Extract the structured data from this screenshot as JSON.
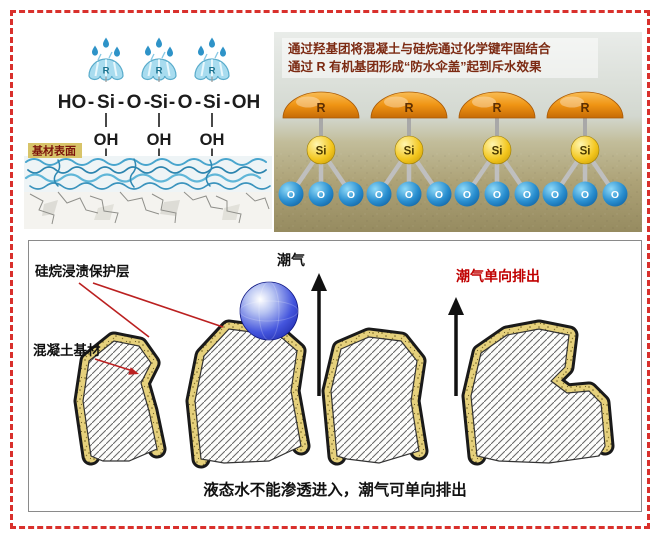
{
  "formula_panel": {
    "r_label": "R",
    "formula_parts": [
      "HO",
      "-",
      "Si",
      "-",
      "O",
      "-",
      "Si",
      "-",
      "O",
      "-",
      "Si",
      "-",
      "OH"
    ],
    "oh_label": "OH",
    "surface_label": "基材表面"
  },
  "molecular_panel": {
    "caption_line1": "通过羟基团将混凝土与硅烷通过化学键牢固结合",
    "caption_line2": "通过 R 有机基团形成“防水伞盖”起到斥水效果",
    "r_label": "R",
    "si_label": "Si",
    "o_label": "O"
  },
  "schematic": {
    "protective_layer_label": "硅烷浸渍保护层",
    "moisture_label": "潮气",
    "moisture_out_label": "潮气单向排出",
    "concrete_label": "混凝土基材",
    "bottom_caption": "液态水不能渗透进入，潮气可单向排出"
  },
  "colors": {
    "border_red": "#d9302c",
    "accent_red": "#c00000",
    "dome_orange": "#ef9414",
    "si_yellow": "#f3c61e",
    "o_blue": "#1373b5",
    "coating_sand": "#e6d17c",
    "water_blue": "#2233cc"
  }
}
